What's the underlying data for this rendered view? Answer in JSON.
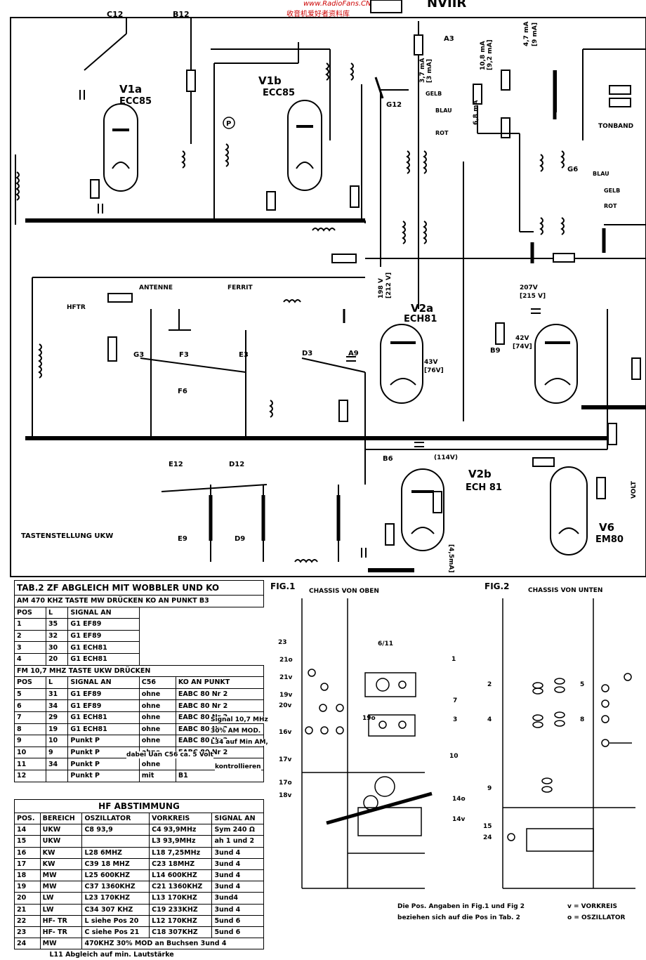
{
  "header": {
    "watermark_cn": "收音机爱好者资料库",
    "watermark_url": "www.RadioFans.CN",
    "model_fragment": "NVIIR"
  },
  "schematic": {
    "tubes": [
      {
        "id": "V1a",
        "type": "ECC85"
      },
      {
        "id": "V1b",
        "type": "ECC85"
      },
      {
        "id": "V2a",
        "type": "ECH81"
      },
      {
        "id": "V2b",
        "type": "ECH 81"
      },
      {
        "id": "V6",
        "type": "EM80"
      }
    ],
    "switch_labels": [
      "C12",
      "B12",
      "A3",
      "G12",
      "G6",
      "G3",
      "F3",
      "E3",
      "D3",
      "A9",
      "B9",
      "B6",
      "E12",
      "D12",
      "F6",
      "E9",
      "D9"
    ],
    "wire_colors": [
      "GELB",
      "BLAU",
      "ROT",
      "BLAU",
      "GELB",
      "ROT"
    ],
    "texts": {
      "antenne": "ANTENNE",
      "ferrit": "FERRIT",
      "hftr": "HFTR",
      "tonband": "TONBAND",
      "tastenstellung": "TASTENSTELLUNG UKW",
      "volt": "VOLT",
      "probe": "P"
    },
    "voltages": [
      "198 V",
      "[212 V]",
      "207V",
      "[215 V]",
      "43V",
      "[76V]",
      "42V",
      "[74V]",
      "(114V)",
      "[4,5mA]"
    ],
    "currents": [
      "3,7 mA",
      "[3 mA]",
      "10,8 mA",
      "[9,2 mA]",
      "4,7 mA",
      "[9 mA]",
      "6,8 mA"
    ]
  },
  "table2": {
    "title": "TAB.2  ZF ABGLEICH MIT WOBBLER UND KO",
    "am_header": "AM 470 KHZ  TASTE MW DRÜCKEN  KO AN PUNKT B3",
    "am_columns": [
      "POS",
      "L",
      "SIGNAL AN"
    ],
    "am_rows": [
      [
        "1",
        "35",
        "G1 EF89"
      ],
      [
        "2",
        "32",
        "G1 EF89"
      ],
      [
        "3",
        "30",
        "G1 ECH81"
      ],
      [
        "4",
        "20",
        "G1 ECH81"
      ]
    ],
    "fm_header": "FM 10,7 MHZ    TASTE UKW DRÜCKEN",
    "fm_columns": [
      "POS",
      "L",
      "SIGNAL AN",
      "C56",
      "KO AN PUNKT"
    ],
    "fm_rows": [
      [
        "5",
        "31",
        "G1 EF89",
        "ohne",
        "EABC 80 Nr 2"
      ],
      [
        "6",
        "34",
        "G1 EF89",
        "ohne",
        "EABC 80 Nr 2"
      ],
      [
        "7",
        "29",
        "G1 ECH81",
        "ohne",
        "EABC 80 Nr 2"
      ],
      [
        "8",
        "19",
        "G1 ECH81",
        "ohne",
        "EABC 80 Nr 2"
      ],
      [
        "9",
        "10",
        "Punkt P",
        "ohne",
        "EABC 80 Nr 2"
      ],
      [
        "10",
        "9",
        "Punkt P",
        "ohne",
        "EABC 80 Nr 2"
      ],
      [
        "11",
        "34",
        "Punkt P",
        "ohne",
        ""
      ],
      [
        "12",
        "",
        "Punkt P",
        "mit",
        "B1"
      ]
    ],
    "fm_note": [
      "Signal 10,7 MHz",
      "30% AM MOD.",
      "L34 auf Min AM,"
    ],
    "fm_note2": "dabei Uan C56 ca. 5 Volt",
    "fm_note3": "kontrollieren"
  },
  "hf_table": {
    "title": "HF  ABSTIMMUNG",
    "columns": [
      "POS.",
      "BEREICH",
      "OSZILLATOR",
      "VORKREIS",
      "SIGNAL AN"
    ],
    "rows": [
      [
        "14",
        "UKW",
        "C8  93,9",
        "C4  93,9MHz",
        "Sym 240 Ω"
      ],
      [
        "15",
        "UKW",
        "",
        "L3  93,9MHz",
        "ah 1 und 2"
      ],
      [
        "16",
        "KW",
        "L28  6MHZ",
        "L18  7,25MHz",
        "3und 4"
      ],
      [
        "17",
        "KW",
        "C39  18 MHZ",
        "C23  18MHZ",
        "3und 4"
      ],
      [
        "18",
        "MW",
        "L25  600KHZ",
        "L14  600KHZ",
        "3und 4"
      ],
      [
        "19",
        "MW",
        "C37  1360KHZ",
        "C21 1360KHZ",
        "3und 4"
      ],
      [
        "20",
        "LW",
        "L23  170KHZ",
        "L13  170KHZ",
        "3und4"
      ],
      [
        "21",
        "LW",
        "C34  307 KHZ",
        "C19  233KHZ",
        "3und 4"
      ],
      [
        "22",
        "HF- TR",
        "L siehe Pos 20",
        "L12  170KHZ",
        "5und 6"
      ],
      [
        "23",
        "HF- TR",
        "C siehe Pos 21",
        "C18  307KHZ",
        "5und 6"
      ],
      [
        "24",
        "MW",
        "470KHZ 30% MOD an Buchsen 3und 4",
        "",
        ""
      ]
    ],
    "footer": "L11 Abgleich auf min. Lautstärke"
  },
  "fig1": {
    "title": "FIG.1",
    "subtitle": "CHASSIS VON OBEN",
    "callouts": [
      "6/11",
      "23",
      "21o",
      "21v",
      "19v",
      "20v",
      "16v",
      "17v",
      "17o",
      "18v",
      "19o",
      "1",
      "7",
      "3",
      "10",
      "14o",
      "14v"
    ]
  },
  "fig2": {
    "title": "FIG.2",
    "subtitle": "CHASSIS VON UNTEN",
    "callouts": [
      "2",
      "5",
      "4",
      "8",
      "9",
      "15",
      "24"
    ]
  },
  "notes": {
    "line1": "Die Pos. Angaben in Fig.1 und Fig 2",
    "line2": "beziehen sich auf die Pos in Tab. 2",
    "legend1": "v = VORKREIS",
    "legend2": "o = OSZILLATOR"
  }
}
